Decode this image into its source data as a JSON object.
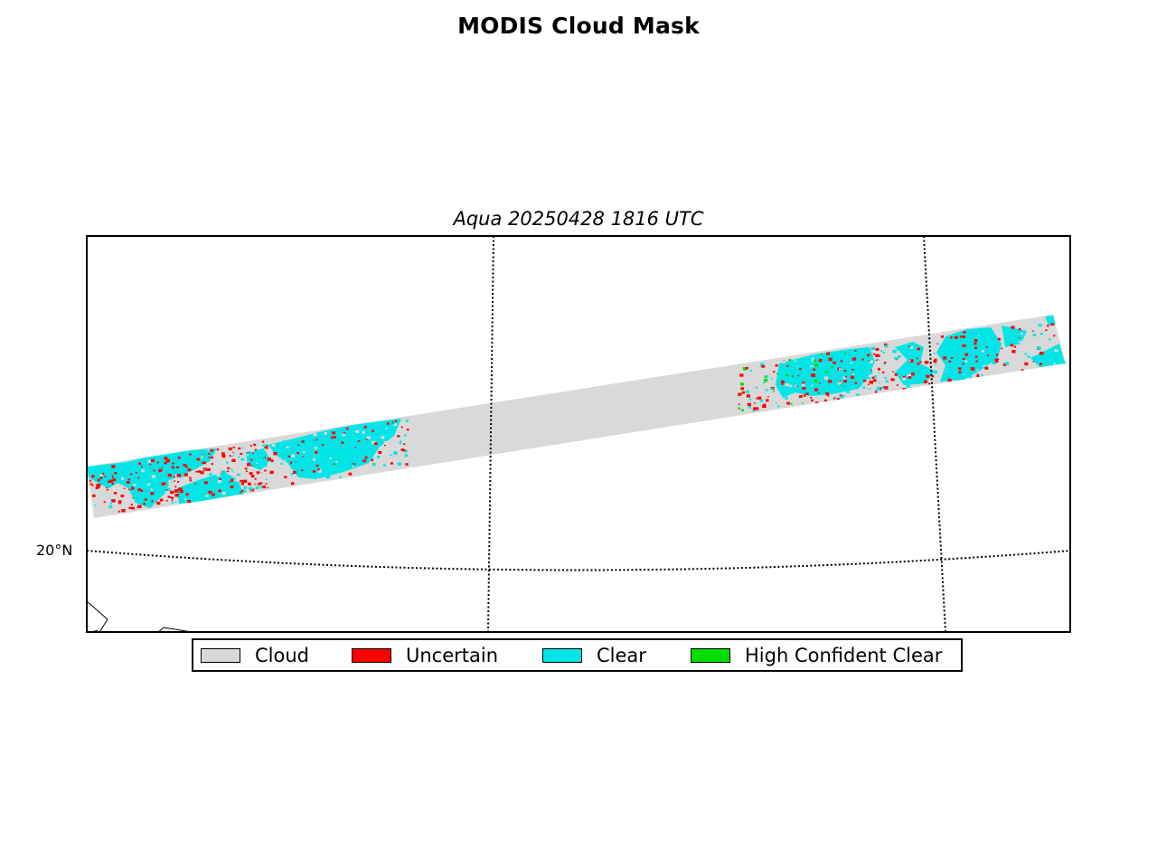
{
  "figure": {
    "title": "MODIS Cloud Mask",
    "subtitle": "Aqua 20250428 1816 UTC"
  },
  "map": {
    "parallel_labels": [
      "20°N"
    ],
    "colors": {
      "frame": "#000000",
      "background": "#ffffff",
      "graticule": "#000000",
      "coastline": "#000000"
    }
  },
  "legend": {
    "items": [
      {
        "label": "Cloud",
        "color": "#d9d9d9"
      },
      {
        "label": "Uncertain",
        "color": "#ff0000"
      },
      {
        "label": "Clear",
        "color": "#00e5e5"
      },
      {
        "label": "High Confident Clear",
        "color": "#00dd00"
      }
    ]
  }
}
